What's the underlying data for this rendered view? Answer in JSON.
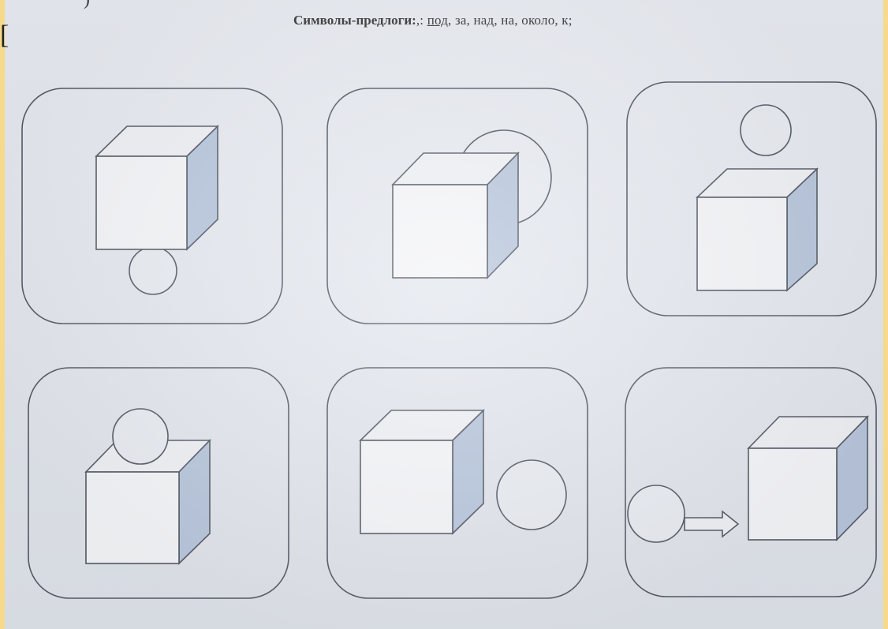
{
  "heading": {
    "label": "Символы-предлоги:",
    "punct": ",: ",
    "first_word": "под",
    "rest": ", за, над, на, около, к;"
  },
  "edge_glyph": "[",
  "top_fragment": ")",
  "cards": [
    {
      "preposition": "под"
    },
    {
      "preposition": "за"
    },
    {
      "preposition": "над"
    },
    {
      "preposition": "на"
    },
    {
      "preposition": "около"
    },
    {
      "preposition": "к"
    }
  ],
  "colors": {
    "frame": "#f7d98a",
    "paper": "#e6e9ef",
    "stroke": "#555a66",
    "cube_side": "#b8c6dc",
    "cube_top": "#eef0f4",
    "cube_front": "#f4f5f8"
  }
}
